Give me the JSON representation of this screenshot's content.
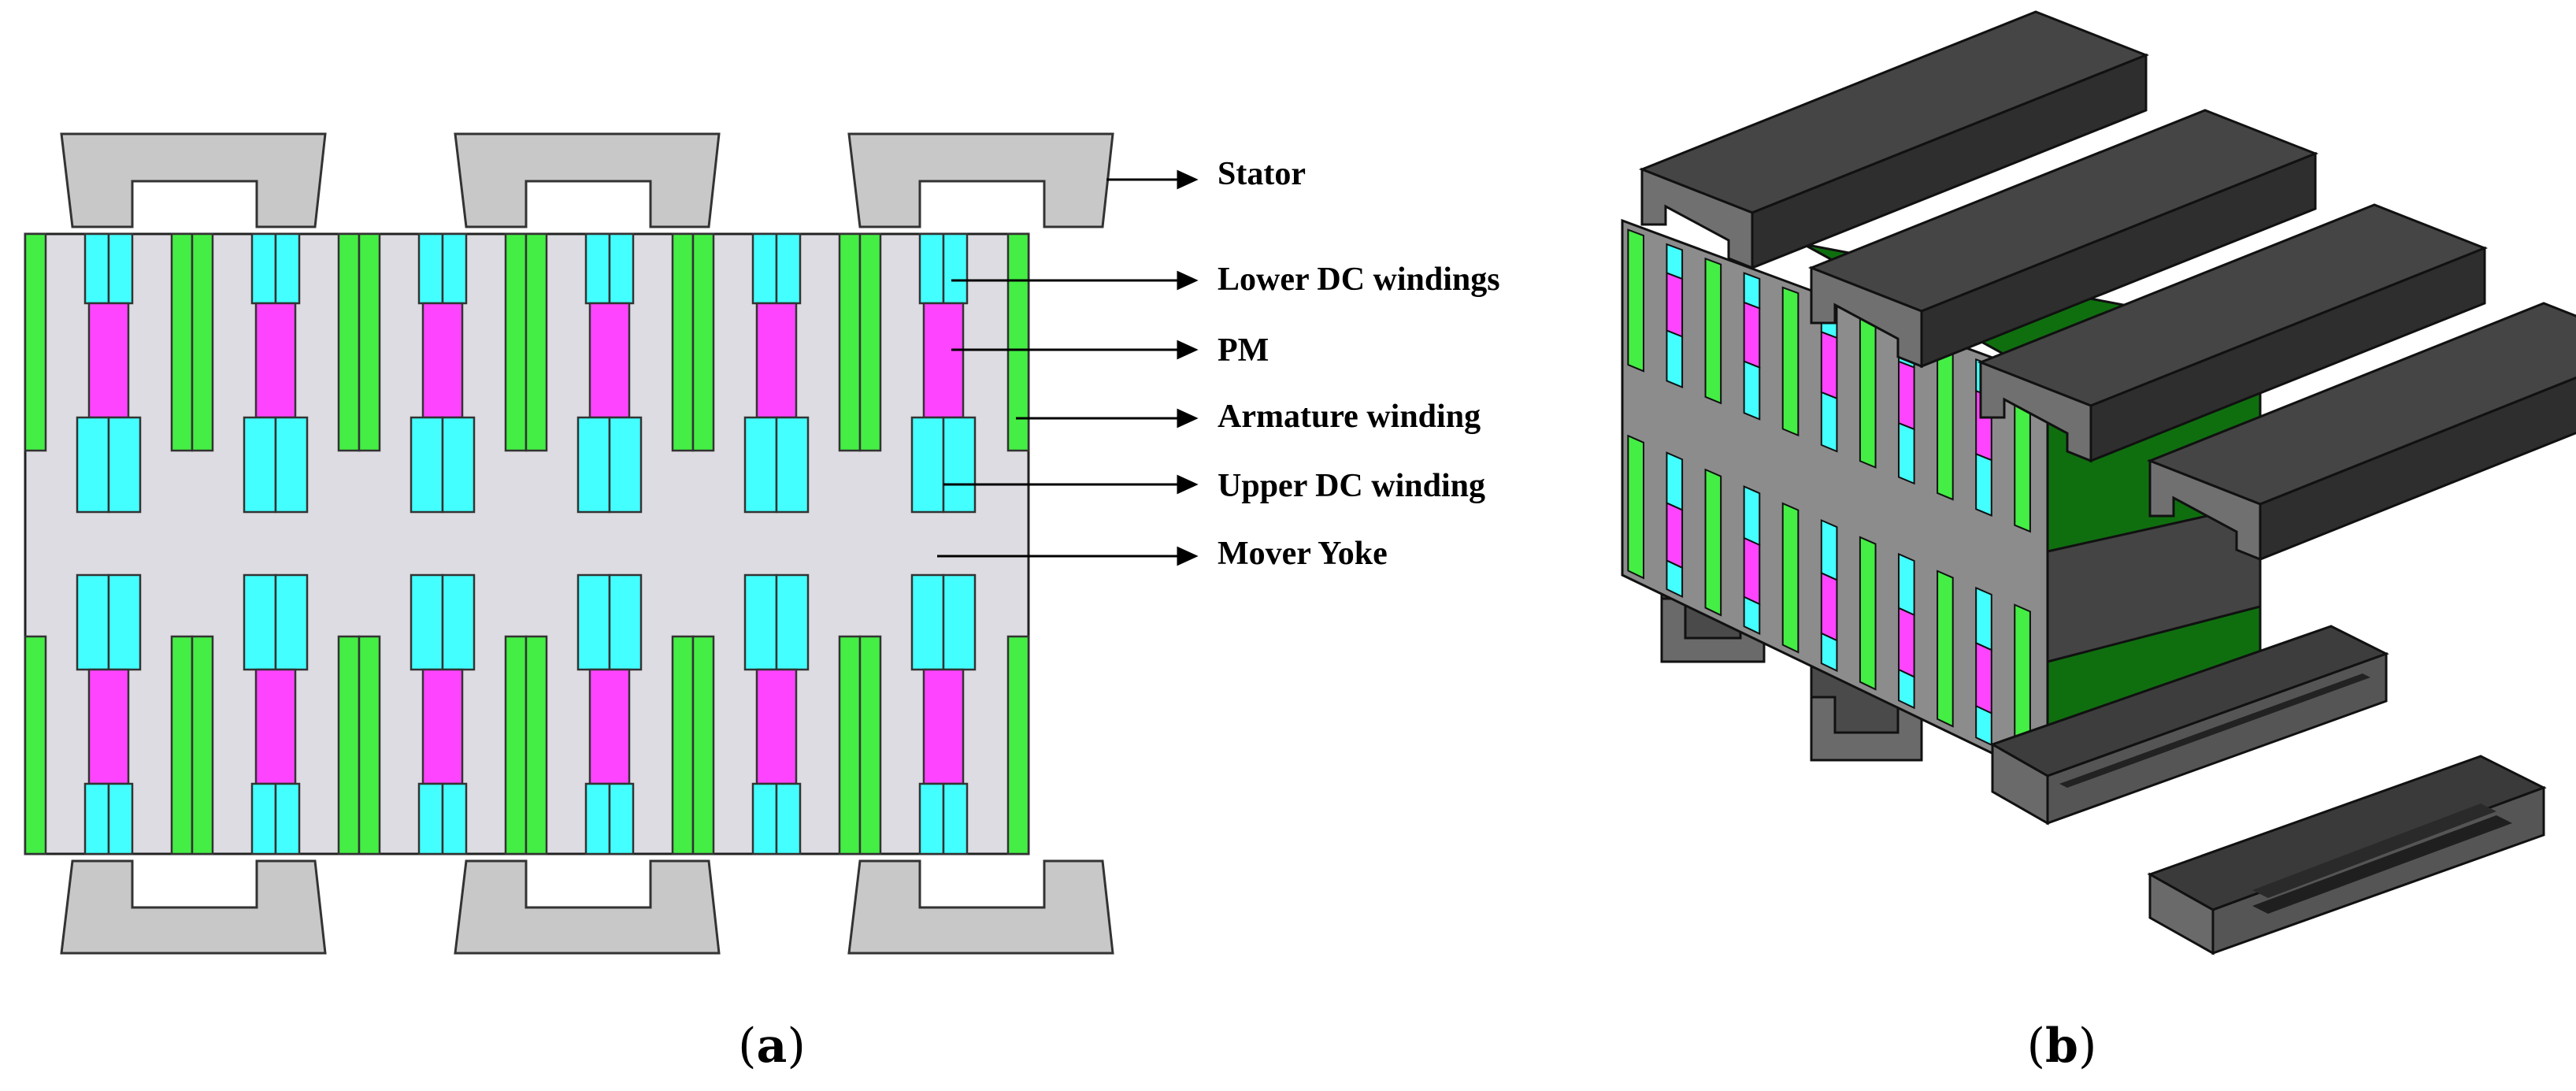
{
  "panel_a": {
    "labels": {
      "stator": "Stator",
      "lower_dc": "Lower DC windings",
      "pm": "PM",
      "armature": "Armature winding",
      "upper_dc": "Upper DC winding",
      "mover_yoke": "Mover Yoke"
    },
    "caption": {
      "open": "(",
      "letter": "a",
      "close": ")"
    }
  },
  "panel_b": {
    "caption": {
      "open": "(",
      "letter": "b",
      "close": ")"
    }
  },
  "colors": {
    "stator": "#c8c8c8",
    "yoke": "#dcdce2",
    "pm": "#ff44ff",
    "dc_winding": "#44ffff",
    "armature": "#44ee44",
    "dark_stator": "#4a4a4a",
    "dark_green": "#117711"
  }
}
